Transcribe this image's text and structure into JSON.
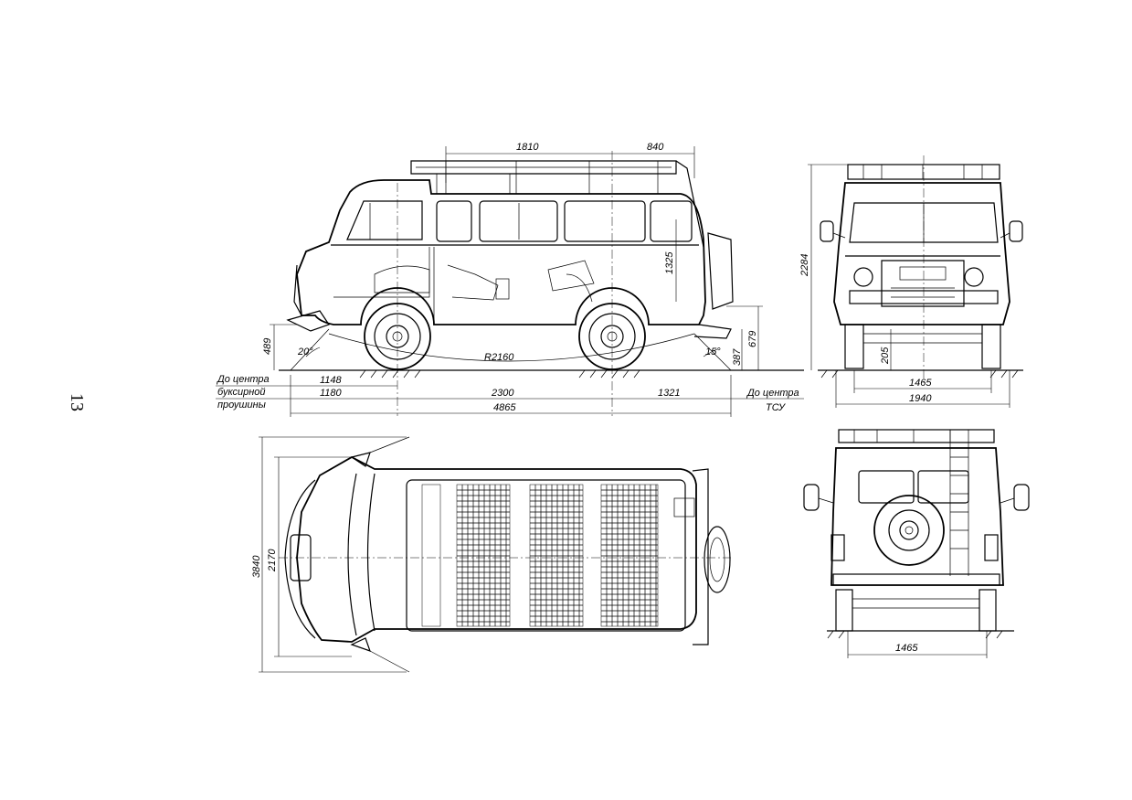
{
  "page": {
    "number": "13"
  },
  "side_view": {
    "dims": {
      "roof_front": "1810",
      "roof_rear": "840",
      "window_height": "1325",
      "radius": "R2160",
      "front_height": "489",
      "rear_height": "679",
      "rear_low": "387",
      "angle_front": "20°",
      "angle_rear": "15°",
      "front_overhang": "1148",
      "front_tow": "1180",
      "wheelbase": "2300",
      "rear_overhang": "1321",
      "length": "4865"
    },
    "labels": {
      "to_center": "До центра",
      "tow_line1": "буксирной",
      "tow_line2": "проушины",
      "to_center_rear": "До центра",
      "tsu": "ТСУ"
    }
  },
  "front_view": {
    "dims": {
      "height": "2284",
      "clearance": "205",
      "track": "1465",
      "width": "1940"
    }
  },
  "top_view": {
    "dims": {
      "total_width": "3840",
      "body_width": "2170"
    }
  },
  "rear_view": {
    "dims": {
      "track": "1465"
    }
  }
}
